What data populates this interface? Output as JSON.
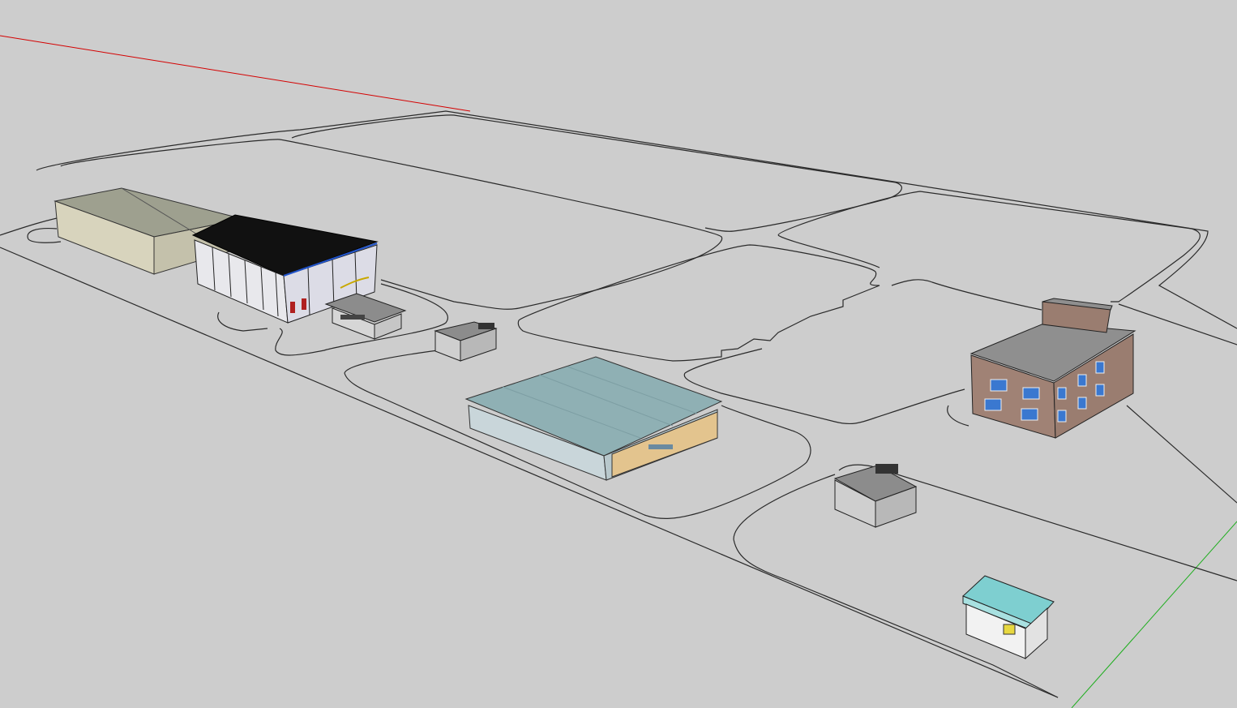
{
  "app": {
    "type": "3D modeling viewport",
    "view": "perspective"
  },
  "scene": {
    "background": "#cdcdcd",
    "axes": {
      "red_axis": "#d40000",
      "green_axis": "#1fae1f"
    },
    "objects": [
      {
        "name": "large-warehouse",
        "roof_color": "#9ea08f"
      },
      {
        "name": "black-roof-factory",
        "roof_color": "#111111"
      },
      {
        "name": "small-office-block",
        "roof_color": "#8c8c8c"
      },
      {
        "name": "equipment-shed",
        "roof_color": "#8c8c8c"
      },
      {
        "name": "blue-roof-hall",
        "roof_color": "#8fb0b4",
        "wall_accent": "#e3c48e"
      },
      {
        "name": "two-story-office",
        "wall_color": "#a08275"
      },
      {
        "name": "utility-shed",
        "roof_color": "#8c8c8c"
      },
      {
        "name": "guard-house",
        "roof_color": "#7ecfd0"
      }
    ]
  }
}
